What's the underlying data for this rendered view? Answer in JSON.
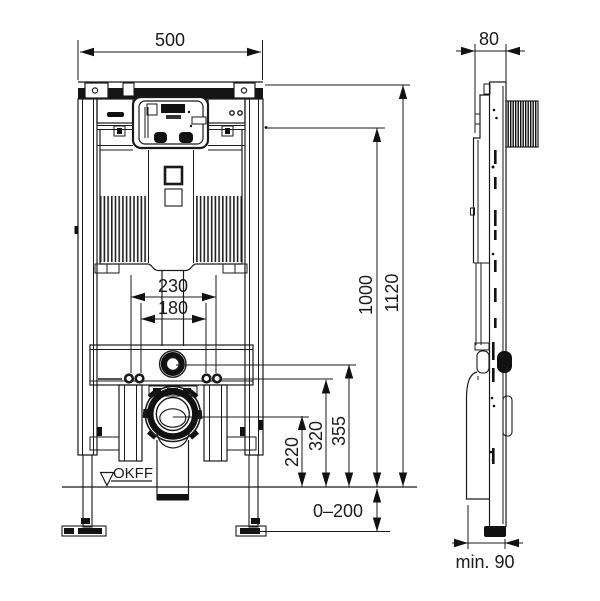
{
  "front_view": {
    "width": "500",
    "anchor_outer": "230",
    "anchor_inner": "180",
    "total_height": "1120",
    "plate_height": "1000",
    "flush_bend_height": "355",
    "anchor_height": "320",
    "outlet_height": "220",
    "feet_range": "0–200",
    "floor_mark": "OKFF"
  },
  "side_view": {
    "depth": "80",
    "min_offset": "min. 90"
  },
  "colors": {
    "line": "#1a1a1a",
    "fill_dark": "#111111"
  }
}
